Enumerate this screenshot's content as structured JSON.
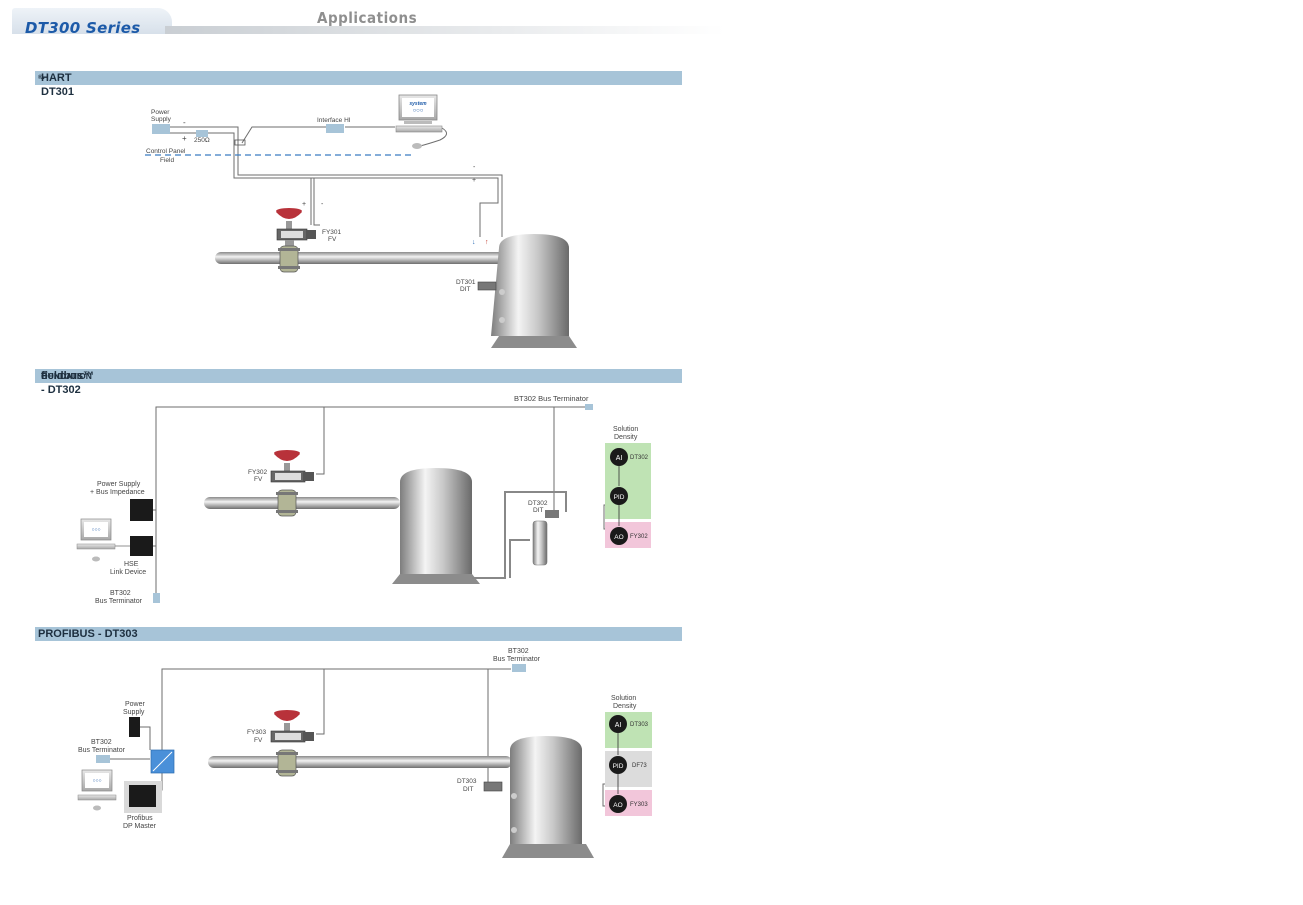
{
  "header": {
    "brand": "DT300 Series",
    "title": "Applications"
  },
  "sections": {
    "hart": {
      "title_prefix": "HART",
      "title_reg": "®",
      "title_suffix": " - DT301",
      "labels": {
        "power_supply_1": "Power",
        "power_supply_2": "Supply",
        "resistor": "250Ω",
        "interface": "Interface HI",
        "control_panel": "Control Panel",
        "field": "Field",
        "valve_tag": "FY301",
        "valve_type": "FV",
        "transmitter_tag": "DT301",
        "transmitter_type": "DIT"
      }
    },
    "fieldbus": {
      "title_big_f": "F",
      "title_small": "OUNDATION",
      "title_rest": " fieldbus™ - DT302",
      "labels": {
        "bus_terminator_top": "BT302 Bus Terminator",
        "solution_1": "Solution",
        "solution_2": "Density",
        "ai": "AI",
        "ai_tag": "DT302",
        "pid": "PID",
        "ao": "AO",
        "ao_tag": "FY302",
        "valve_tag": "FY302",
        "valve_type": "FV",
        "psu_1": "Power Supply",
        "psu_2": "+ Bus Impedance",
        "transmitter_tag": "DT302",
        "transmitter_type": "DIT",
        "hse_1": "HSE",
        "hse_2": "Link Device",
        "bt_bottom_1": "BT302",
        "bt_bottom_2": "Bus Terminator"
      }
    },
    "profibus": {
      "title": "PROFIBUS - DT303",
      "labels": {
        "bt_top_1": "BT302",
        "bt_top_2": "Bus Terminator",
        "solution_1": "Solution",
        "solution_2": "Density",
        "ai": "AI",
        "ai_tag": "DT303",
        "pid": "PID",
        "pid_tag": "DF73",
        "ao": "AO",
        "ao_tag": "FY303",
        "power_1": "Power",
        "power_2": "Supply",
        "bt_left_1": "BT302",
        "bt_left_2": "Bus Terminator",
        "valve_tag": "FY303",
        "valve_type": "FV",
        "transmitter_tag": "DT303",
        "transmitter_type": "DIT",
        "master_1": "Profibus",
        "master_2": "DP Master"
      }
    }
  },
  "colors": {
    "section_bar": "#a7c4d8",
    "brand": "#1c5aa8",
    "valve_red": "#b8323a",
    "ai_bg": "#bfe3b4",
    "ao_bg": "#f2c6da",
    "pid_bg": "#dcdcdc"
  }
}
